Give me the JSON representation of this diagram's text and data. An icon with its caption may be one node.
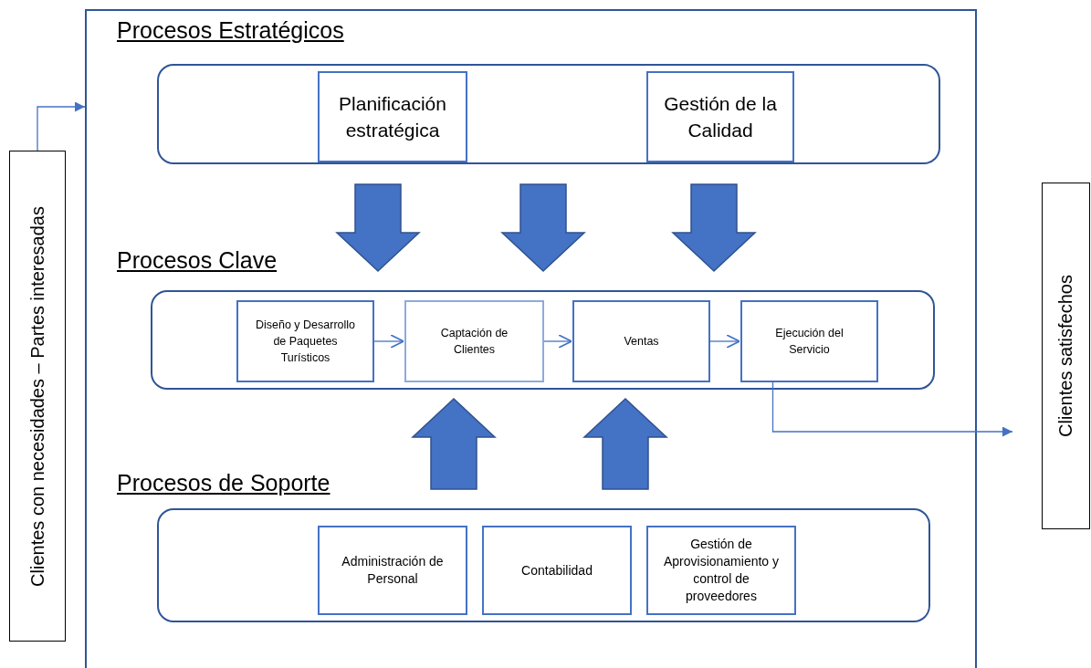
{
  "diagram": {
    "nodes": [
      {
        "text": [],
        "shape": "box"
      },
      {
        "text": [
          "Procesos Estratégicos"
        ],
        "in": 0
      },
      {
        "text": [
          "Planificación estratégica"
        ],
        "in": 1
      },
      {
        "text": [
          "Gestión de la Calidad"
        ],
        "in": 1
      },
      {
        "text": [
          "Procesos Clave"
        ],
        "in": 0
      },
      {
        "text": [
          "Diseño y Desarrollo de Paquetes Turísticos"
        ],
        "in": 4
      },
      {
        "text": [
          "Captación de Clientes"
        ],
        "in": 4
      },
      {
        "text": [
          "Ventas"
        ],
        "in": 4
      },
      {
        "text": [
          "Ejecución del Servicio"
        ],
        "in": 4
      },
      {
        "text": [
          "Procesos de Soporte"
        ],
        "in": 0
      },
      {
        "text": [
          "Administración de Personal"
        ],
        "in": 9
      },
      {
        "text": [
          "Contabilidad"
        ],
        "in": 9
      },
      {
        "text": [
          "Gestión de Aprovisionamiento y control de proveedores"
        ],
        "in": 9
      },
      {
        "text": [
          "Clientes con necesidades – Partes interesadas"
        ]
      },
      {
        "text": [
          "Clientes satisfechos"
        ]
      }
    ],
    "edges": [
      {
        "from": 13,
        "to": 0,
        "arrow": "to"
      },
      {
        "from": 1,
        "to": 4,
        "arrow": "to",
        "style": "thick"
      },
      {
        "from": 1,
        "to": 4,
        "arrow": "to",
        "style": "thick"
      },
      {
        "from": 1,
        "to": 4,
        "arrow": "to",
        "style": "thick"
      },
      {
        "from": 5,
        "to": 6,
        "arrow": "to"
      },
      {
        "from": 6,
        "to": 7,
        "arrow": "to"
      },
      {
        "from": 7,
        "to": 8,
        "arrow": "to"
      },
      {
        "from": 9,
        "to": 4,
        "arrow": "to",
        "style": "thick"
      },
      {
        "from": 9,
        "to": 4,
        "arrow": "to",
        "style": "thick"
      },
      {
        "from": 8,
        "to": 14,
        "arrow": "to"
      }
    ]
  }
}
